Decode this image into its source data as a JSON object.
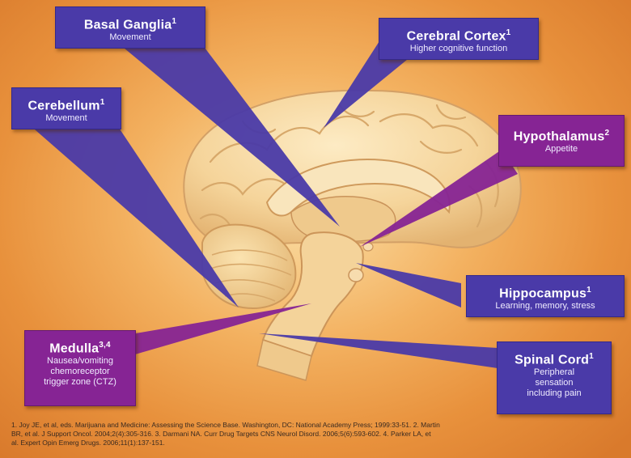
{
  "labels": {
    "basal_ganglia": {
      "title": "Basal Ganglia",
      "sup": "1",
      "desc": "Movement"
    },
    "cerebral_cortex": {
      "title": "Cerebral Cortex",
      "sup": "1",
      "desc": "Higher cognitive function"
    },
    "cerebellum": {
      "title": "Cerebellum",
      "sup": "1",
      "desc": "Movement"
    },
    "hypothalamus": {
      "title": "Hypothalamus",
      "sup": "2",
      "desc": "Appetite"
    },
    "hippocampus": {
      "title": "Hippocampus",
      "sup": "1",
      "desc": "Learning, memory, stress"
    },
    "medulla": {
      "title": "Medulla",
      "sup": "3,4",
      "desc_lines": [
        "Nausea/vomiting",
        "chemoreceptor",
        "trigger zone (CTZ)"
      ]
    },
    "spinal_cord": {
      "title": "Spinal Cord",
      "sup": "1",
      "desc_lines": [
        "Peripheral",
        "sensation",
        "including pain"
      ]
    }
  },
  "footnote": {
    "lines": [
      "1. Joy JE, et al, eds. Marijuana and Medicine: Assessing the Science Base. Washington, DC: National Academy Press; 1999:33-51. 2. Martin",
      "BR, et al. J Support Oncol. 2004;2(4):305-316. 3. Darmani NA. Curr Drug Targets CNS Neurol Disord. 2006;5(6):593-602. 4. Parker LA, et",
      "al. Expert Opin Emerg Drugs. 2006;11(1):137-151."
    ]
  },
  "colors": {
    "blue_label": "#4a3aa8",
    "purple_label": "#862494",
    "background": "#e8913c",
    "brain": "#f6d9a0"
  }
}
